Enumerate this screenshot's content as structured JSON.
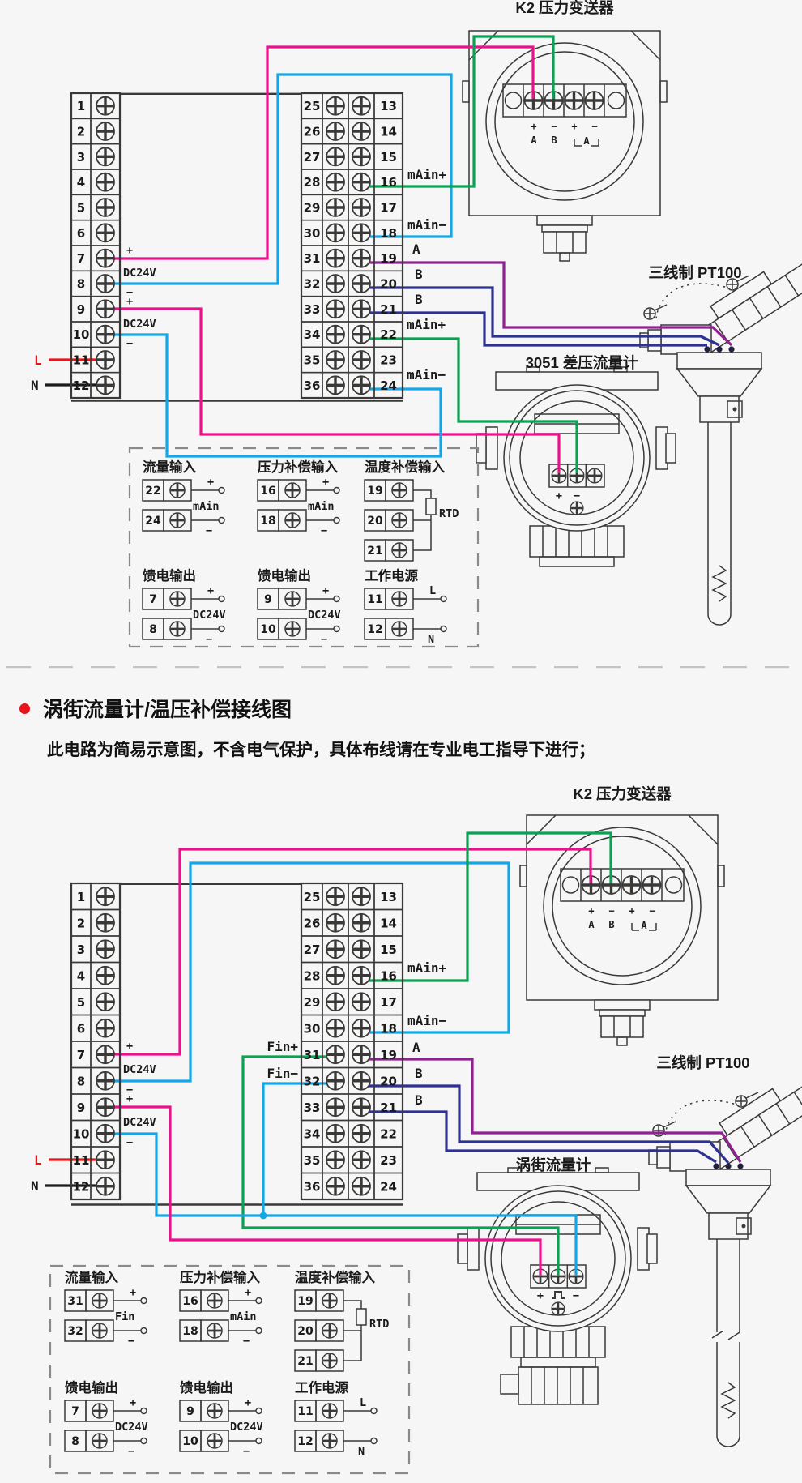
{
  "colors": {
    "pink": "#ec108c",
    "cyan": "#12a7e6",
    "green": "#0aa153",
    "purple": "#8d2290",
    "navy": "#2e3192",
    "red": "#e8161b",
    "line": "#3a3938",
    "dash": "#8a8a8a",
    "separator": "#c4c4c4"
  },
  "title": {
    "heading": "涡街流量计/温压补偿接线图",
    "note": "此电路为简易示意图，不含电气保护，具体布线请在专业电工指导下进行；"
  },
  "devices": {
    "k2": {
      "title": "K2 压力变送器",
      "signs": [
        "+",
        "−",
        "+",
        "−"
      ],
      "a": "A",
      "b": "B",
      "gauge": "A"
    },
    "pt100": {
      "title": "三线制 PT100"
    },
    "meter_top": {
      "title": "3051 差压流量计",
      "plus": "+",
      "minus": "−"
    },
    "meter_bottom": {
      "title": "涡街流量计",
      "plus": "+",
      "minus": "−"
    }
  },
  "blocks": {
    "left": [
      "1",
      "2",
      "3",
      "4",
      "5",
      "6",
      "7",
      "8",
      "9",
      "10",
      "11",
      "12"
    ],
    "mid_left": [
      "25",
      "26",
      "27",
      "28",
      "29",
      "30",
      "31",
      "32",
      "33",
      "34",
      "35",
      "36"
    ],
    "mid_right": [
      "13",
      "14",
      "15",
      "16",
      "17",
      "18",
      "19",
      "20",
      "21",
      "22",
      "23",
      "24"
    ]
  },
  "top": {
    "labels": {
      "t16": "mAin+",
      "t18": "mAin−",
      "t19": "A",
      "t20": "B",
      "t21": "B",
      "t22": "mAin+",
      "t24": "mAin−"
    },
    "power": {
      "p1": "+",
      "dc1": "DC24V",
      "m1": "−",
      "p2": "+",
      "dc2": "DC24V",
      "m2": "−",
      "l": "L",
      "n": "N"
    },
    "legend": {
      "groups": [
        {
          "title": "流量输入",
          "type": "pm",
          "rows": [
            "22",
            "24"
          ],
          "plus": "+",
          "minus": "−",
          "mid": "mAin"
        },
        {
          "title": "压力补偿输入",
          "type": "pm",
          "rows": [
            "16",
            "18"
          ],
          "plus": "+",
          "minus": "−",
          "mid": "mAin"
        },
        {
          "title": "温度补偿输入",
          "type": "rtd",
          "rows": [
            "19",
            "20",
            "21"
          ],
          "mid": "RTD"
        },
        {
          "title": "馈电输出",
          "type": "pm",
          "rows": [
            "7",
            "8"
          ],
          "plus": "+",
          "minus": "−",
          "mid": "DC24V"
        },
        {
          "title": "馈电输出",
          "type": "pm",
          "rows": [
            "9",
            "10"
          ],
          "plus": "+",
          "minus": "−",
          "mid": "DC24V"
        },
        {
          "title": "工作电源",
          "type": "ln",
          "rows": [
            "11",
            "12"
          ],
          "l": "L",
          "n": "N"
        }
      ]
    }
  },
  "bottom": {
    "labels": {
      "t16": "mAin+",
      "t18": "mAin−",
      "t19": "A",
      "t20": "B",
      "t21": "B",
      "finp": "Fin+",
      "finm": "Fin−"
    },
    "power": {
      "p1": "+",
      "dc1": "DC24V",
      "m1": "−",
      "p2": "+",
      "dc2": "DC24V",
      "m2": "−",
      "l": "L",
      "n": "N"
    },
    "legend": {
      "groups": [
        {
          "title": "流量输入",
          "type": "pm",
          "rows": [
            "31",
            "32"
          ],
          "plus": "+",
          "minus": "−",
          "mid": "Fin"
        },
        {
          "title": "压力补偿输入",
          "type": "pm",
          "rows": [
            "16",
            "18"
          ],
          "plus": "+",
          "minus": "−",
          "mid": "mAin"
        },
        {
          "title": "温度补偿输入",
          "type": "rtd",
          "rows": [
            "19",
            "20",
            "21"
          ],
          "mid": "RTD"
        },
        {
          "title": "馈电输出",
          "type": "pm",
          "rows": [
            "7",
            "8"
          ],
          "plus": "+",
          "minus": "−",
          "mid": "DC24V"
        },
        {
          "title": "馈电输出",
          "type": "pm",
          "rows": [
            "9",
            "10"
          ],
          "plus": "+",
          "minus": "−",
          "mid": "DC24V"
        },
        {
          "title": "工作电源",
          "type": "ln",
          "rows": [
            "11",
            "12"
          ],
          "l": "L",
          "n": "N"
        }
      ]
    }
  }
}
